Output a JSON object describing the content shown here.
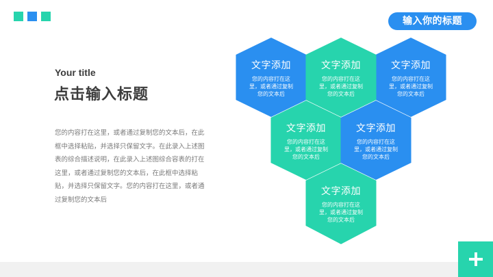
{
  "colors": {
    "blue": "#2a8ff0",
    "teal": "#27d4ad",
    "title_text": "#3c3c3c",
    "body_text": "#7a7a7a",
    "footer": "#f1f1f1"
  },
  "decor_squares": [
    "#27d4ad",
    "#2a8ff0",
    "#27d4ad"
  ],
  "header": {
    "pill_label": "输入你的标题"
  },
  "left": {
    "subtitle": "Your title",
    "title": "点击输入标题",
    "body": "您的内容打在这里，或者通过复制您的文本后，在此框中选择粘贴，并选择只保留文字。在此录入上述图表的综合描述说明，在此录入上述图综合容表的打在这里，或者通过复制您的文本后，在此框中选择粘贴，并选择只保留文字。您的内容打在这里，或者通过复制您的文本后"
  },
  "hexagons": [
    {
      "color": "blue",
      "title": "文字添加",
      "desc": "您的内容打在这里，或者通过复制您的文本后"
    },
    {
      "color": "teal",
      "title": "文字添加",
      "desc": "您的内容打在这里，或者通过复制您的文本后"
    },
    {
      "color": "blue",
      "title": "文字添加",
      "desc": "您的内容打在这里，或者通过复制您的文本后"
    },
    {
      "color": "teal",
      "title": "文字添加",
      "desc": "您的内容打在这里，或者通过复制您的文本后"
    },
    {
      "color": "blue",
      "title": "文字添加",
      "desc": "您的内容打在这里，或者通过复制您的文本后"
    },
    {
      "color": "teal",
      "title": "文字添加",
      "desc": "您的内容打在这里，或者通过复制您的文本后"
    }
  ],
  "footer": {
    "plus_icon": "plus-icon"
  }
}
